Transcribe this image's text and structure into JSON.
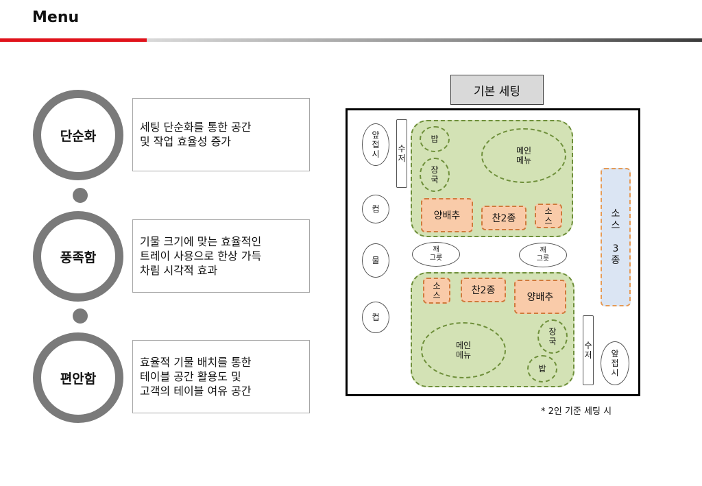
{
  "header": {
    "title": "Menu"
  },
  "points": [
    {
      "name": "단순화",
      "lines": [
        "세팅 단순화를 통한 공간",
        "및 작업 효율성 증가"
      ]
    },
    {
      "name": "풍족함",
      "lines": [
        "기물 크기에 맞는 효율적인",
        "트레이 사용으로 한상 가득",
        "차림 시각적 효과"
      ]
    },
    {
      "name": "편안함",
      "lines": [
        "효율적 기물 배치를 통한",
        "테이블 공간 활용도 및",
        "고객의 테이블 여유 공간"
      ]
    }
  ],
  "diagram": {
    "title": "기본 세팅",
    "left_items": {
      "plate": "앞\n접\n시",
      "spoon": "수\n저",
      "cup1": "컵",
      "water": "물",
      "cup2": "컵"
    },
    "right_items": {
      "spoon": "수\n저",
      "plate": "앞\n접\n시"
    },
    "tray_top": {
      "rice": "밥",
      "soup": "장\n국",
      "main": "메인\n메뉴",
      "cabbage": "양배추",
      "sides": "찬2종",
      "sauce": "소\n스"
    },
    "tray_bottom": {
      "sauce": "소\n스",
      "sides": "찬2종",
      "cabbage": "양배추",
      "soup": "장\n국",
      "main": "메인\n메뉴",
      "rice": "밥"
    },
    "bowls": {
      "left": "깨\n그릇",
      "right": "깨\n그릇"
    },
    "sauce3": "소\n스\n\n3\n종",
    "note": "* 2인 기준 세팅 시"
  },
  "colors": {
    "accent_red": "#e0121b",
    "ring_gray": "#7a7a7a",
    "tray_green": "#d3e2b5",
    "side_orange": "#f9cba9",
    "sauce_blue": "#dbe5f3"
  }
}
